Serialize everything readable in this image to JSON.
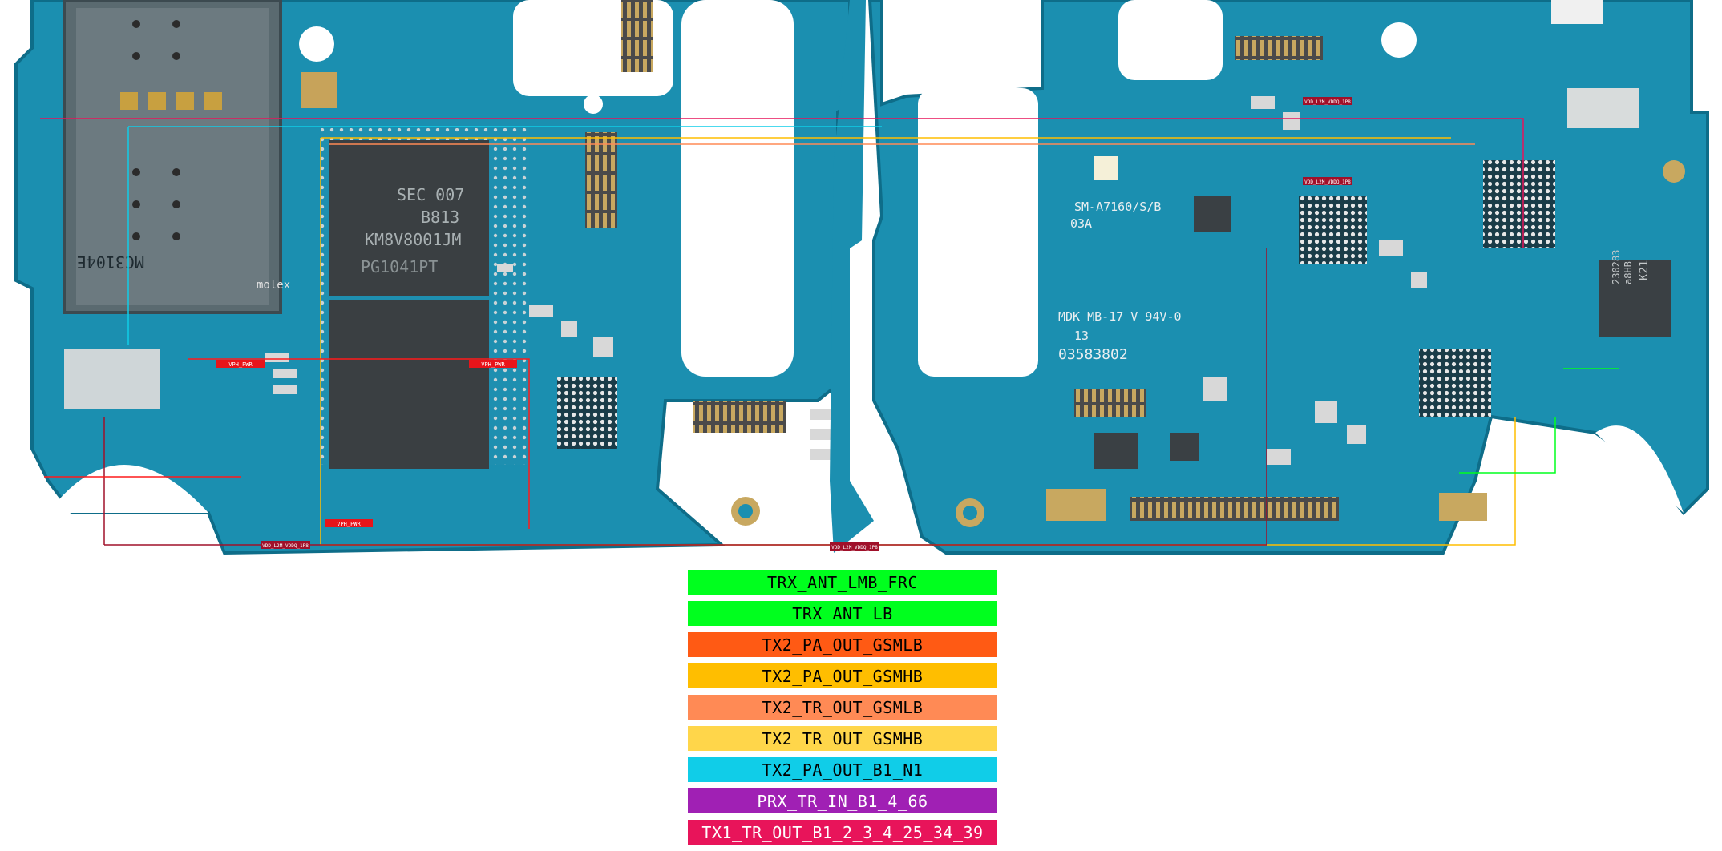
{
  "board": {
    "chip_left": {
      "line1": "SEC 007",
      "line2": "B813",
      "line3": "KM8V8001JM",
      "line4": "PG1041PT"
    },
    "sim_label": "MC3104E",
    "sim_brand": "molex",
    "silkscreen": {
      "model": "SM-A7160/S/B",
      "rev": "03A",
      "mfg": "MDK MB-17 V 94V-0",
      "mfg_code": "13",
      "serial": "03583802",
      "chip_right_1": "K21",
      "chip_right_2": "a8HB",
      "chip_right_3": "230283"
    }
  },
  "legend": [
    {
      "label": "TRX_ANT_LMB_FRC",
      "color": "#00ff1e",
      "text_color": "#000000"
    },
    {
      "label": "TRX_ANT_LB",
      "color": "#00ff1e",
      "text_color": "#000000"
    },
    {
      "label": "TX2_PA_OUT_GSMLB",
      "color": "#ff5a14",
      "text_color": "#000000"
    },
    {
      "label": "TX2_PA_OUT_GSMHB",
      "color": "#ffbe00",
      "text_color": "#000000"
    },
    {
      "label": "TX2_TR_OUT_GSMLB",
      "color": "#ff8a55",
      "text_color": "#000000"
    },
    {
      "label": "TX2_TR_OUT_GSMHB",
      "color": "#ffd64a",
      "text_color": "#000000"
    },
    {
      "label": "TX2_PA_OUT_B1_N1",
      "color": "#10cde8",
      "text_color": "#000000"
    },
    {
      "label": "PRX_TR_IN_B1_4_66",
      "color": "#a020b4",
      "text_color": "#ffffff"
    },
    {
      "label": "TX1_TR_OUT_B1_2_3_4_25_34_39",
      "color": "#e8145a",
      "text_color": "#ffffff"
    }
  ],
  "net_tags": {
    "vph_pwr": "VPH_PWR",
    "vdd_l2m": "VDD_L2M_VDDQ_1P8"
  }
}
